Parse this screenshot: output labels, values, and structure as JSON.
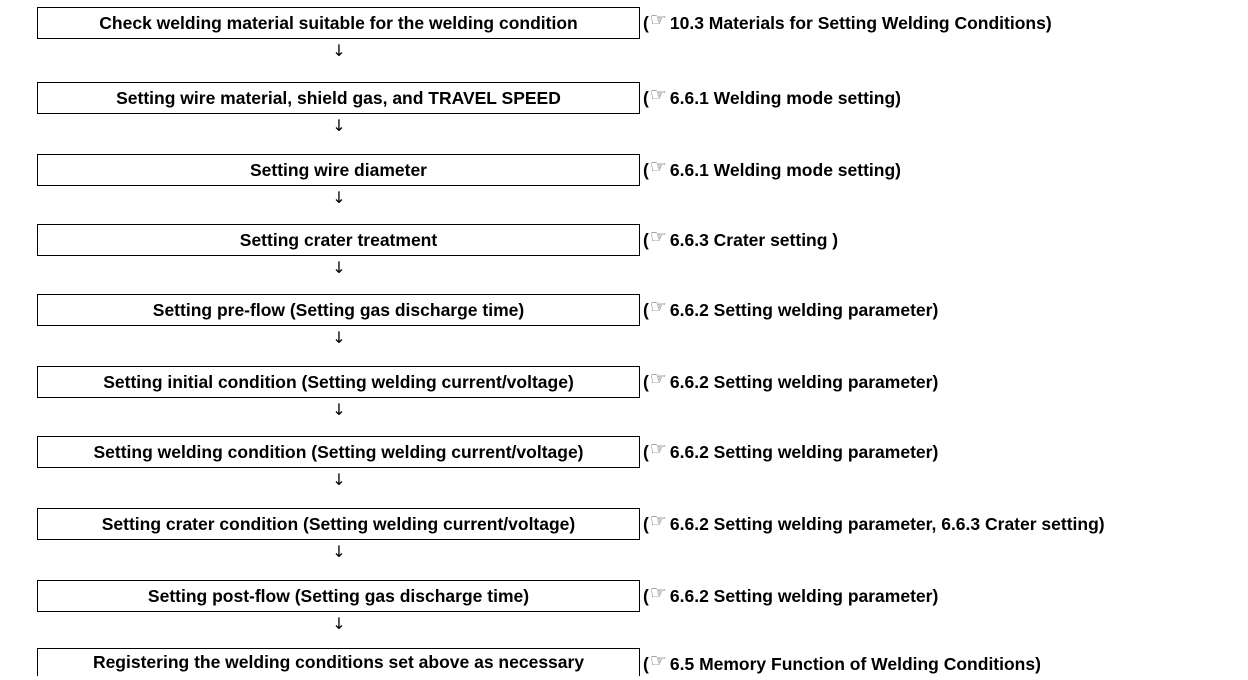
{
  "steps": [
    {
      "label": "Check welding material suitable for the welding condition",
      "ref": "10.3 Materials for Setting Welding Conditions)"
    },
    {
      "label": "Setting wire material, shield gas, and TRAVEL SPEED",
      "ref": "6.6.1 Welding mode setting)"
    },
    {
      "label": "Setting wire diameter",
      "ref": "6.6.1 Welding mode setting)"
    },
    {
      "label": "Setting crater treatment",
      "ref": "6.6.3 Crater setting )"
    },
    {
      "label": "Setting pre-flow (Setting gas discharge time)",
      "ref": "6.6.2 Setting welding parameter)"
    },
    {
      "label": "Setting initial condition (Setting welding current/voltage)",
      "ref": "6.6.2 Setting welding parameter)"
    },
    {
      "label": "Setting welding condition (Setting welding current/voltage)",
      "ref": "6.6.2 Setting welding parameter)"
    },
    {
      "label": "Setting crater condition (Setting welding current/voltage)",
      "ref": "6.6.2 Setting welding parameter, 6.6.3 Crater setting)"
    },
    {
      "label": "Setting post-flow (Setting gas discharge time)",
      "ref": "6.6.2 Setting welding parameter)"
    },
    {
      "label": "Registering the welding conditions set above as necessary",
      "ref": "6.5 Memory Function of Welding Conditions)"
    }
  ],
  "ref_prefix": "(",
  "ref_icon": "pointing-hand-icon",
  "arrow_glyph": "↓"
}
